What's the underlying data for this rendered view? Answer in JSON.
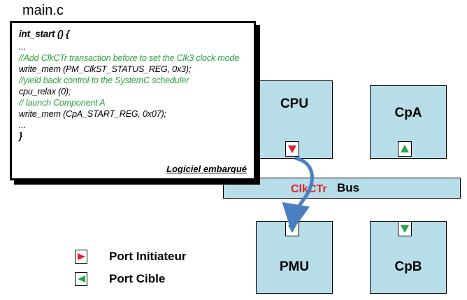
{
  "file_title": "main.c",
  "code": {
    "lines": [
      {
        "text": "int_start () {",
        "kind": "bold"
      },
      {
        "text": "...",
        "kind": "normal"
      },
      {
        "text": "//Add ClkCTr transaction before to set the Clk3 clock mode",
        "kind": "comment"
      },
      {
        "text": "write_mem (PM_ClkST_STATUS_REG, 0x3);",
        "kind": "normal"
      },
      {
        "text": "//yield back control to the SystemC scheduler",
        "kind": "comment"
      },
      {
        "text": "cpu_relax (0);",
        "kind": "normal"
      },
      {
        "text": "// launch Component A",
        "kind": "comment"
      },
      {
        "text": "write_mem (CpA_START_REG, 0x07);",
        "kind": "normal"
      },
      {
        "text": "...",
        "kind": "normal"
      },
      {
        "text": "}",
        "kind": "bold"
      }
    ],
    "footer": "Logiciel embarqué"
  },
  "blocks": {
    "cpu": "CPU",
    "cpa": "CpA",
    "pmu": "PMU",
    "cpb": "CpB"
  },
  "bus_label": "Bus",
  "transaction_label": "ClkCTr",
  "legend": {
    "initiator": "Port Initiateur",
    "target": "Port Cible"
  },
  "colors": {
    "block_fill": "#b7dde8",
    "initiator_port": "#e0212d",
    "target_port": "#22a84a",
    "comment_text": "#2aa33a",
    "transaction_arrow": "#4a7fc1"
  }
}
